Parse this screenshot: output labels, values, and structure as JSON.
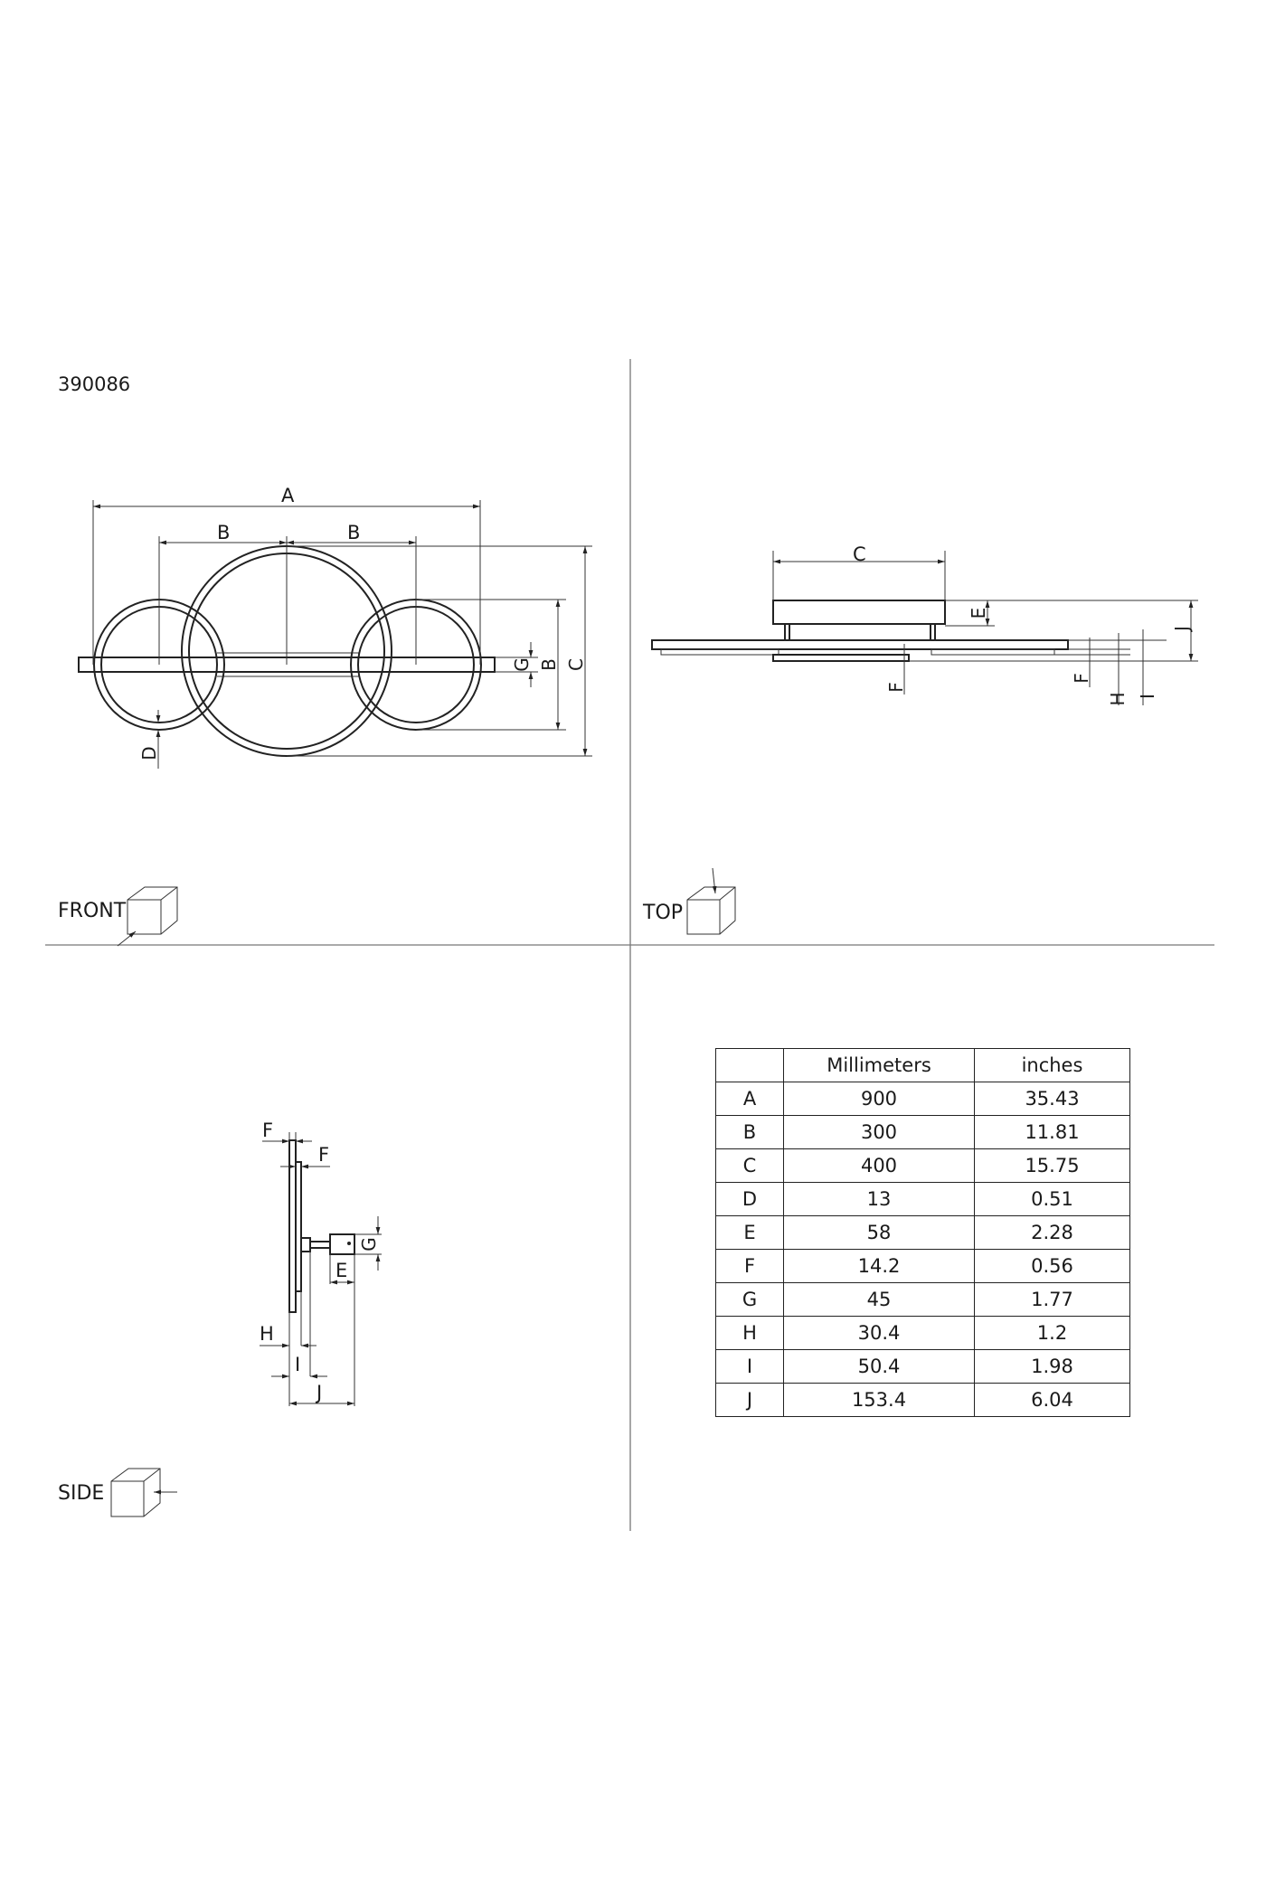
{
  "product_code": "390086",
  "views": {
    "front": "FRONT",
    "top": "TOP",
    "side": "SIDE"
  },
  "front_labels": {
    "a": "A",
    "b1": "B",
    "b2": "B",
    "b_vert": "B",
    "c": "C",
    "d": "D",
    "g": "G"
  },
  "top_labels": {
    "c": "C",
    "e": "E",
    "f1": "F",
    "f2": "F",
    "h": "H",
    "i": "I",
    "j": "J"
  },
  "side_labels": {
    "f1": "F",
    "f2": "F",
    "g": "G",
    "e": "E",
    "h": "H",
    "i": "I",
    "j": "J"
  },
  "table": {
    "headers": [
      "",
      "Millimeters",
      "inches"
    ],
    "rows": [
      {
        "key": "A",
        "mm": "900",
        "in": "35.43"
      },
      {
        "key": "B",
        "mm": "300",
        "in": "11.81"
      },
      {
        "key": "C",
        "mm": "400",
        "in": "15.75"
      },
      {
        "key": "D",
        "mm": "13",
        "in": "0.51"
      },
      {
        "key": "E",
        "mm": "58",
        "in": "2.28"
      },
      {
        "key": "F",
        "mm": "14.2",
        "in": "0.56"
      },
      {
        "key": "G",
        "mm": "45",
        "in": "1.77"
      },
      {
        "key": "H",
        "mm": "30.4",
        "in": "1.2"
      },
      {
        "key": "I",
        "mm": "50.4",
        "in": "1.98"
      },
      {
        "key": "J",
        "mm": "153.4",
        "in": "6.04"
      }
    ]
  }
}
